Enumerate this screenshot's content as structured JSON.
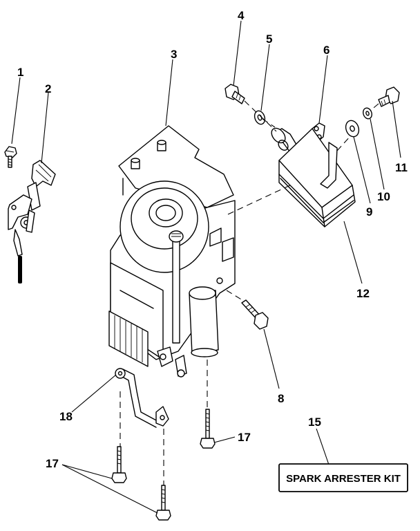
{
  "callouts": {
    "c1": "1",
    "c2": "2",
    "c3": "3",
    "c4": "4",
    "c5": "5",
    "c6": "6",
    "c8": "8",
    "c9": "9",
    "c10": "10",
    "c11": "11",
    "c12": "12",
    "c15": "15",
    "c17a": "17",
    "c17b": "17",
    "c18": "18"
  },
  "kit_label": "SPARK ARRESTER KIT"
}
